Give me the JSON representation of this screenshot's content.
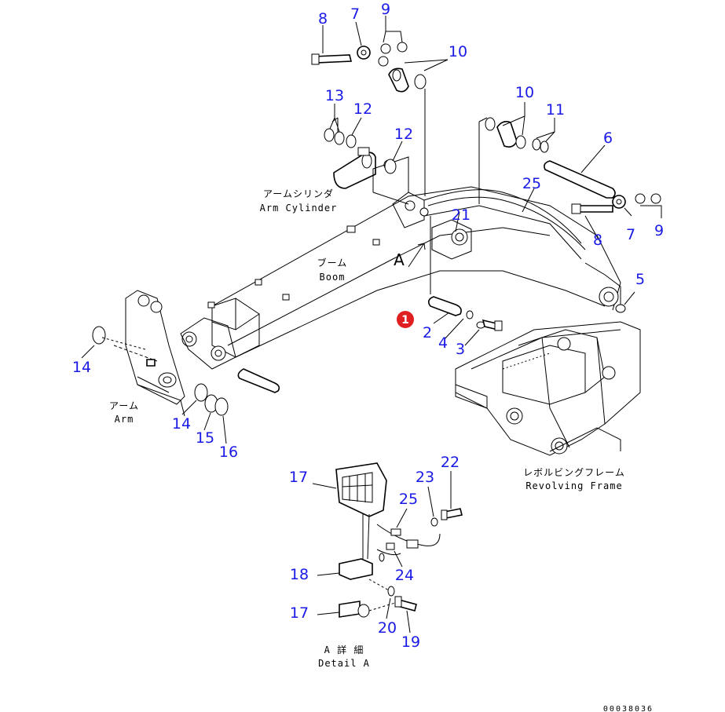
{
  "callouts": [
    "8",
    "7",
    "9",
    "10",
    "13",
    "12",
    "12",
    "10",
    "11",
    "6",
    "25",
    "21",
    "5",
    "8",
    "7",
    "9",
    "1",
    "2",
    "4",
    "3",
    "14",
    "14",
    "15",
    "16",
    "17",
    "23",
    "22",
    "25",
    "18",
    "24",
    "17",
    "20",
    "19"
  ],
  "labels": {
    "arm_cylinder_jp": "アームシリンダ",
    "arm_cylinder_en": "Arm Cylinder",
    "boom_jp": "ブーム",
    "boom_en": "Boom",
    "arm_jp": "アーム",
    "arm_en": "Arm",
    "revolving_frame_jp": "レボルビングフレーム",
    "revolving_frame_en": "Revolving Frame",
    "detail_jp": "A 詳 細",
    "detail_en": "Detail A",
    "view_mark": "A"
  },
  "highlight": {
    "label": "1",
    "color": "#e02020"
  },
  "doc_number": "00038036",
  "colors": {
    "callout": "#1a1ae6",
    "line": "#000000"
  }
}
